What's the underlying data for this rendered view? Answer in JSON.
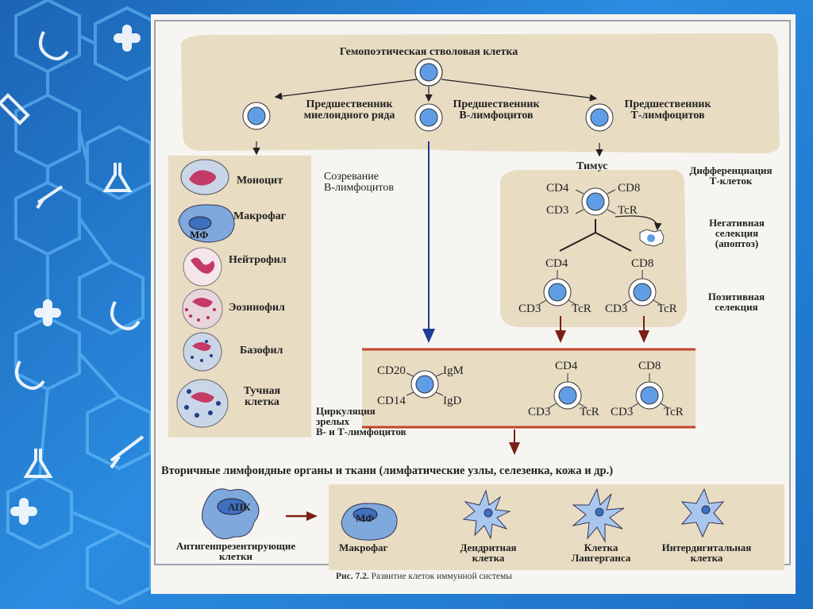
{
  "background": {
    "color": "#1f74cf",
    "icons": [
      "stethoscope-icon",
      "plus-icon",
      "test-tube-icon",
      "flask-icon",
      "syringe-icon"
    ]
  },
  "colors": {
    "panel": "#e8dcc3",
    "cell_blue": "#5f9ee6",
    "arrow_blue": "#1f3c96",
    "arrow_red": "#7a2016",
    "band_line": "#c0442b"
  },
  "figure": {
    "top_title": "Гемопоэтическая стволовая клетка",
    "precursors": {
      "myeloid": [
        "Предшественник",
        "миелоидного ряда"
      ],
      "b": [
        "Предшественник",
        "В-лимфоцитов"
      ],
      "t": [
        "Предшественник",
        "Т-лимфоцитов"
      ]
    },
    "myeloid_cells": {
      "monocyte": "Моноцит",
      "macrophage": "Макрофаг",
      "macrophage_abbr": "МФ",
      "neutrophil": "Нейтрофил",
      "eosinophil": "Эозинофил",
      "basophil": "Базофил",
      "mast": [
        "Тучная",
        "клетка"
      ]
    },
    "b_maturation": [
      "Созревание",
      "В-лимфоцитов"
    ],
    "thymus": {
      "title": "Тимус",
      "cd4": "CD4",
      "cd8": "CD8",
      "cd3": "CD3",
      "tcr": "TcR"
    },
    "side_labels": {
      "differentiation": [
        "Дифференциация",
        "Т-клеток"
      ],
      "negative": [
        "Негативная",
        "селекция",
        "(апоптоз)"
      ],
      "positive": [
        "Позитивная",
        "селекция"
      ]
    },
    "circulation": {
      "cd20": "CD20",
      "igm": "IgM",
      "cd14": "CD14",
      "igd": "IgD",
      "label": [
        "Циркуляция",
        "зрелых",
        "В- и Т-лимфоцитов"
      ]
    },
    "secondary_title": "Вторичные лимфоидные органы и ткани (лимфатические узлы, селезенка, кожа и др.)",
    "apc": {
      "abbr": "АПК",
      "label": [
        "Антигенпрезентирующие",
        "клетки"
      ]
    },
    "apc_types": {
      "macrophage": "Макрофаг",
      "mf": "МФ",
      "dendritic": [
        "Дендритная",
        "клетка"
      ],
      "langerhans": [
        "Клетка",
        "Лангерганса"
      ],
      "interdigital": [
        "Интердигитальная",
        "клетка"
      ]
    },
    "caption": {
      "bold": "Рис. 7.2.",
      "text": " Развитие клеток иммунной системы"
    }
  }
}
